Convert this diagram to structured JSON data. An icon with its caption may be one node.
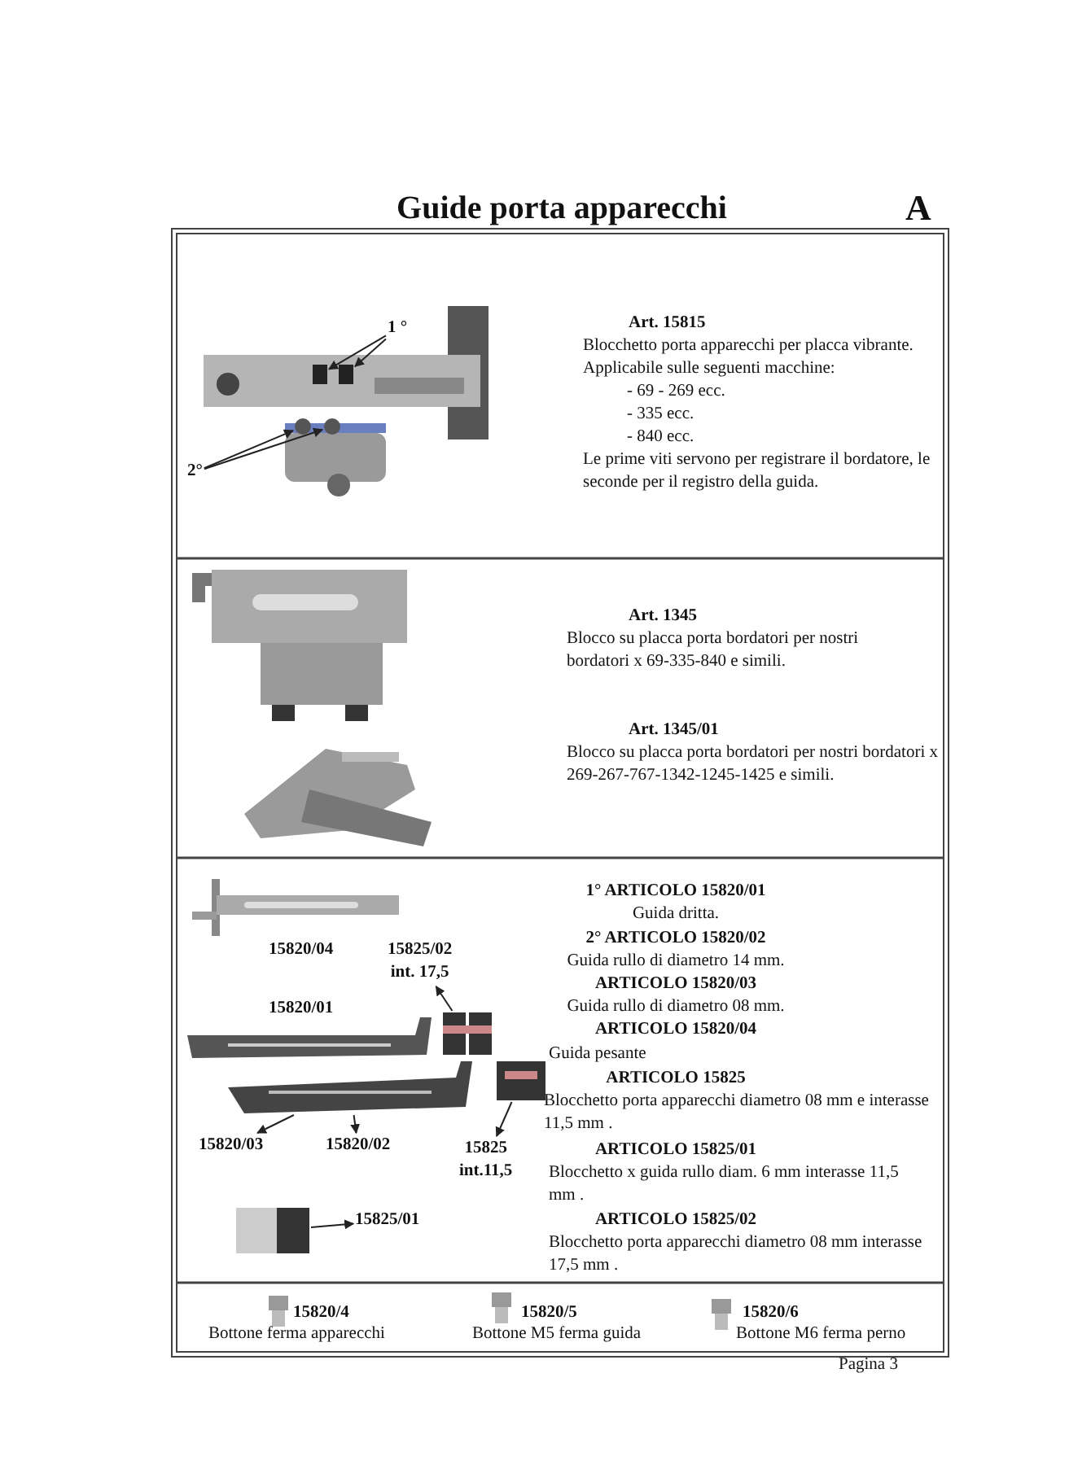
{
  "diagram": {
    "title": "Guide porta apparecchi",
    "nodes": [
      {
        "text": [
          "1 °"
        ]
      },
      {
        "text": [],
        "shape": "box"
      },
      {
        "text": [],
        "shape": "box"
      },
      {
        "text": [
          "2°"
        ]
      },
      {
        "text": [],
        "shape": "circle"
      },
      {
        "text": [],
        "shape": "circle"
      },
      {
        "text": [
          "15825/02",
          "int. 17,5"
        ]
      },
      {
        "text": [],
        "shape": "picture"
      },
      {
        "text": [
          "15820/03"
        ]
      },
      {
        "text": [
          "15820/02"
        ]
      },
      {
        "text": [],
        "shape": "picture"
      },
      {
        "text": [
          "15825",
          "int.11,5"
        ]
      },
      {
        "text": [],
        "shape": "picture"
      },
      {
        "text": [
          "15825/01"
        ]
      },
      {
        "text": [],
        "shape": "picture"
      }
    ],
    "edges": [
      {
        "from": 0,
        "to": 1,
        "arrow": "to"
      },
      {
        "from": 0,
        "to": 2,
        "arrow": "to"
      },
      {
        "from": 3,
        "to": 4,
        "arrow": "to"
      },
      {
        "from": 3,
        "to": 5,
        "arrow": "to"
      },
      {
        "from": 7,
        "to": 6,
        "arrow": "to"
      },
      {
        "from": 10,
        "to": 8,
        "arrow": "to"
      },
      {
        "from": 10,
        "to": 9,
        "arrow": "to"
      },
      {
        "from": 12,
        "to": 11,
        "arrow": "to"
      },
      {
        "from": 14,
        "to": 13,
        "arrow": "to"
      }
    ],
    "labels": [
      "A",
      "Art. 15815",
      "Blocchetto porta apparecchi per placca vibrante.",
      "Applicabile sulle seguenti macchine:",
      "- 69 - 269 ecc.",
      "- 335 ecc.",
      "- 840 ecc.",
      "Le prime viti servono per registrare il bordatore, le seconde per il registro della guida.",
      "Art. 1345",
      "Blocco su placca porta bordatori per nostri bordatori x 69-335-840 e simili.",
      "Art. 1345/01",
      "Blocco su placca porta bordatori per nostri bordatori x 269-267-767-1342-1245-1425 e simili.",
      "15820/04",
      "15820/01",
      "1° ARTICOLO 15820/01",
      "Guida dritta.",
      "2° ARTICOLO 15820/02",
      "Guida rullo di diametro 14 mm.",
      "ARTICOLO 15820/03",
      "Guida rullo di diametro 08 mm.",
      "ARTICOLO 15820/04",
      "Guida pesante",
      "ARTICOLO 15825",
      "Blocchetto porta apparecchi diametro 08 mm e interasse 11,5 mm .",
      "ARTICOLO 15825/01",
      "Blocchetto x guida rullo diam. 6 mm interasse 11,5 mm .",
      "ARTICOLO 15825/02",
      "Blocchetto porta apparecchi diametro 08 mm interasse 17,5 mm .",
      "15820/4",
      "Bottone ferma apparecchi",
      "15820/5",
      "Bottone M5 ferma guida",
      "15820/6",
      "Bottone M6 ferma perno",
      "Pagina 3"
    ]
  }
}
